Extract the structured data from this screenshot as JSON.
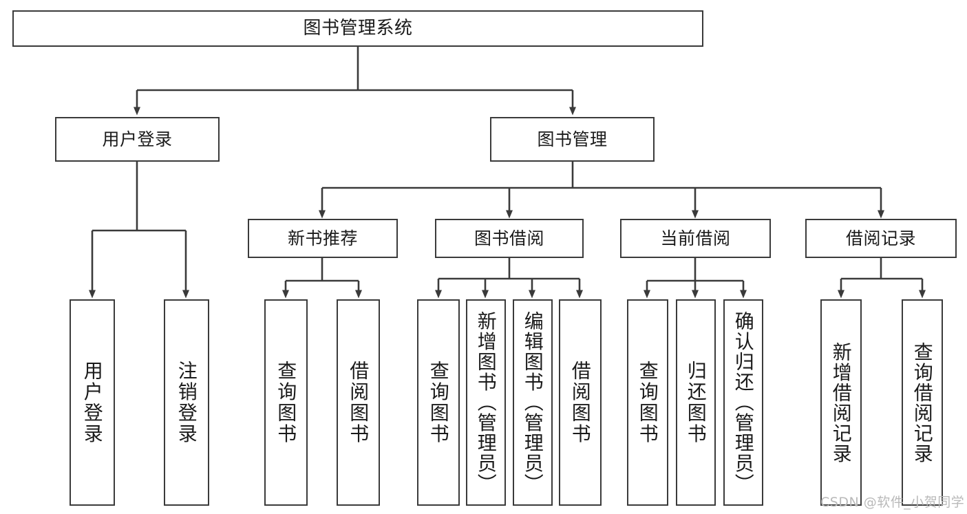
{
  "diagram": {
    "title": "图书管理系统",
    "watermark": "CSDN @软件_小贺同学",
    "root": {
      "label": "图书管理系统"
    },
    "level2": [
      {
        "label": "用户登录"
      },
      {
        "label": "图书管理"
      }
    ],
    "level3": [
      {
        "label": "新书推荐"
      },
      {
        "label": "图书借阅"
      },
      {
        "label": "当前借阅"
      },
      {
        "label": "借阅记录"
      }
    ],
    "leaves": {
      "user_login": [
        {
          "label": "用户登录"
        },
        {
          "label": "注销登录"
        }
      ],
      "new_book": [
        {
          "label": "查询图书"
        },
        {
          "label": "借阅图书"
        }
      ],
      "book_borrow": [
        {
          "label": "查询图书"
        },
        {
          "label": "新增图书（管理员）"
        },
        {
          "label": "编辑图书（管理员）"
        },
        {
          "label": "借阅图书"
        }
      ],
      "current_borrow": [
        {
          "label": "查询图书"
        },
        {
          "label": "归还图书"
        },
        {
          "label": "确认归还（管理员）"
        }
      ],
      "borrow_record": [
        {
          "label": "新增借阅记录"
        },
        {
          "label": "查询借阅记录"
        }
      ]
    }
  },
  "colors": {
    "stroke": "#3a3a3a",
    "fill": "#ffffff",
    "text": "#1a1a1a",
    "watermark": "#b9b9b9"
  }
}
